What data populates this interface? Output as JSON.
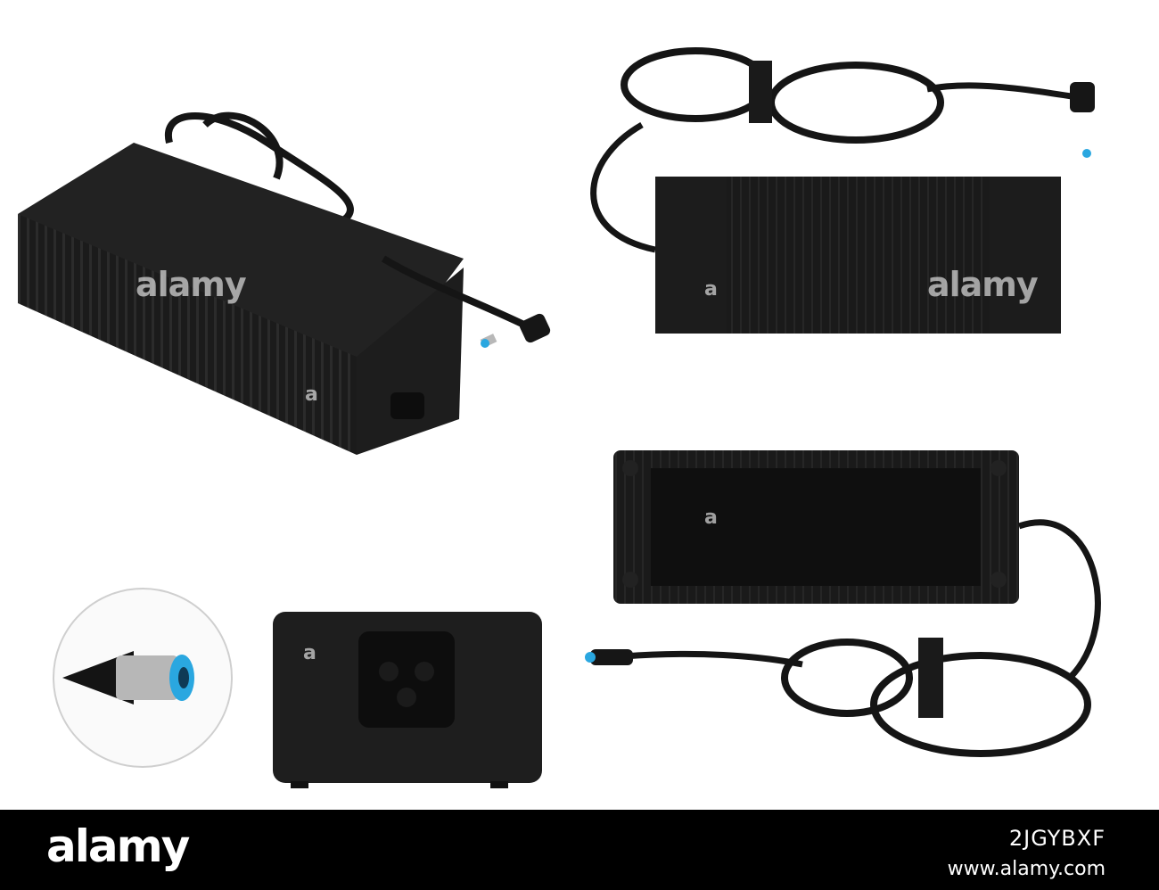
{
  "photo": {
    "subject": "laptop power adapter product views",
    "watermark": "alamy",
    "accent_color": "#2aa7e0",
    "body_color": "#1c1c1c"
  },
  "footer": {
    "logo": "alamy",
    "image_id": "2JGYBXF",
    "site": "www.alamy.com"
  }
}
